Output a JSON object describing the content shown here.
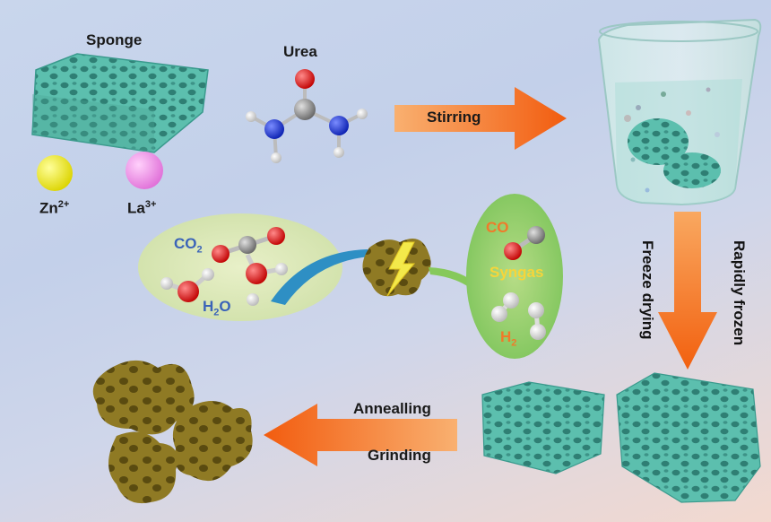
{
  "labels": {
    "sponge": "Sponge",
    "urea": "Urea",
    "zn": "Zn",
    "zn_charge": "2+",
    "la": "La",
    "la_charge": "3+",
    "stirring": "Stirring",
    "freeze_drying": "Freeze drying",
    "rapidly_frozen": "Rapidly frozen",
    "annealling": "Annealling",
    "grinding": "Grinding",
    "co2_base": "CO",
    "co2_sub": "2",
    "h2o_base": "H",
    "h2o_sub": "2",
    "h2o_tail": "O",
    "co": "CO",
    "syngas": "Syngas",
    "h2_base": "H",
    "h2_sub": "2"
  },
  "colors": {
    "sponge": "#5cbfae",
    "product": "#8f7a24",
    "arrow": "#f26a17",
    "zn_ion": "#f1ef3b",
    "la_ion": "#ee8ee6",
    "oxygen": "#e01e1e",
    "nitrogen": "#1f3bd6",
    "carbon": "#9a9a9a",
    "hydrogen": "#f2f2f2"
  }
}
